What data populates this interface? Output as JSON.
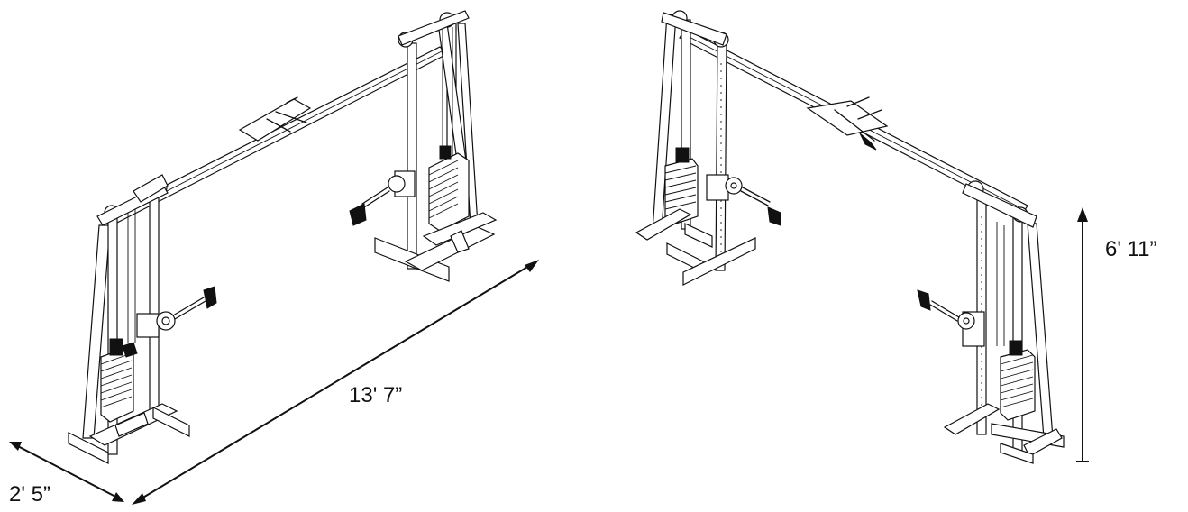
{
  "views": [
    {
      "id": "front-left-view"
    },
    {
      "id": "rear-right-view"
    }
  ],
  "dimensions": {
    "length": "13' 7”",
    "depth": "2' 5”",
    "height": "6' 11”"
  },
  "colors": {
    "line": "#111111",
    "background": "#ffffff"
  }
}
